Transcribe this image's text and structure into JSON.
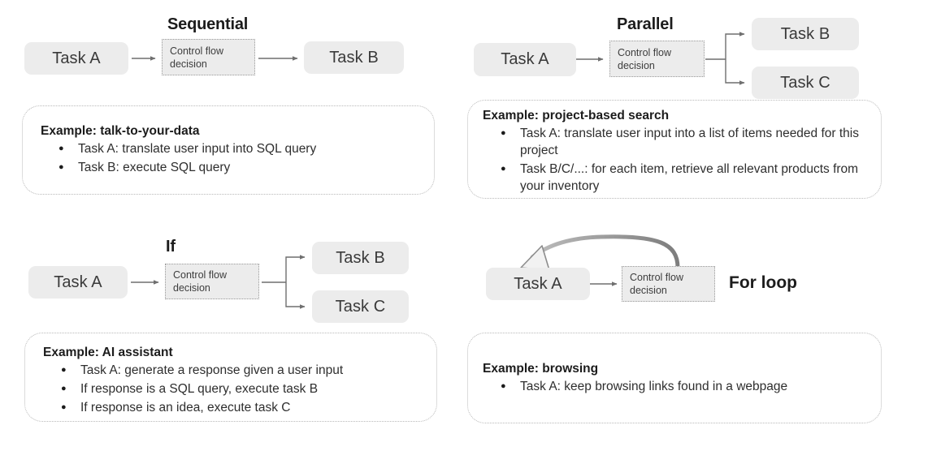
{
  "page": {
    "background": "#ffffff",
    "box_fill": "#ececec",
    "connector_color": "#6f6f6f",
    "dotted_border_color": "#b9b9b9"
  },
  "control_flow_label": {
    "line1": "Control flow",
    "line2": "decision"
  },
  "panels": [
    {
      "id": "sequential",
      "title": "Sequential",
      "nodes": {
        "task_a": "Task A",
        "task_b": "Task B"
      },
      "example": {
        "heading": "Example: talk-to-your-data",
        "items": [
          "Task A: translate user input into SQL query",
          "Task B: execute SQL query"
        ]
      }
    },
    {
      "id": "parallel",
      "title": "Parallel",
      "nodes": {
        "task_a": "Task A",
        "task_b": "Task B",
        "task_c": "Task C"
      },
      "example": {
        "heading": "Example: project-based search",
        "items": [
          "Task A: translate user input into a list of items needed for this project",
          "Task B/C/...: for each item, retrieve all relevant products from your inventory"
        ]
      }
    },
    {
      "id": "if",
      "title": "If",
      "nodes": {
        "task_a": "Task A",
        "task_b": "Task B",
        "task_c": "Task C"
      },
      "example": {
        "heading": "Example: AI assistant",
        "items": [
          "Task A: generate a response given a user input",
          "If response is a SQL query, execute task B",
          "If response is an idea, execute task C"
        ]
      }
    },
    {
      "id": "for-loop",
      "title": "For loop",
      "nodes": {
        "task_a": "Task A"
      },
      "example": {
        "heading": "Example: browsing",
        "items": [
          "Task A: keep browsing links found in a webpage"
        ]
      }
    }
  ]
}
